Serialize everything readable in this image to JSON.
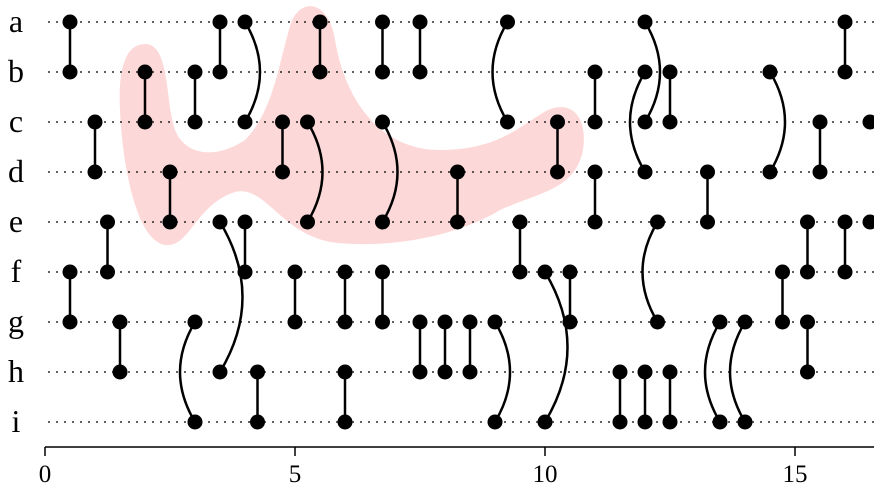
{
  "rows": [
    "a",
    "b",
    "c",
    "d",
    "e",
    "f",
    "g",
    "h",
    "i"
  ],
  "axis": {
    "ticks": [
      0,
      5,
      10,
      15
    ],
    "range": [
      0,
      16.6
    ]
  },
  "colors": {
    "blob": "#fdd8d8",
    "ink": "#000000"
  },
  "links": [
    {
      "from": "a",
      "to": "b",
      "x": 0.5
    },
    {
      "from": "f",
      "to": "g",
      "x": 0.5
    },
    {
      "from": "c",
      "to": "d",
      "x": 1.0
    },
    {
      "from": "e",
      "to": "f",
      "x": 1.25
    },
    {
      "from": "g",
      "to": "h",
      "x": 1.5
    },
    {
      "from": "b",
      "to": "c",
      "x": 2.0
    },
    {
      "from": "d",
      "to": "e",
      "x": 2.5
    },
    {
      "from": "b",
      "to": "c",
      "x": 3.0
    },
    {
      "from": "g",
      "to": "i",
      "x": 3.0,
      "bend": -1
    },
    {
      "from": "a",
      "to": "b",
      "x": 3.5
    },
    {
      "from": "e",
      "to": "h",
      "x": 3.5,
      "bend": 1
    },
    {
      "from": "a",
      "to": "c",
      "x": 4.0,
      "bend": 1
    },
    {
      "from": "e",
      "to": "f",
      "x": 4.0
    },
    {
      "from": "h",
      "to": "i",
      "x": 4.25
    },
    {
      "from": "c",
      "to": "d",
      "x": 4.75
    },
    {
      "from": "f",
      "to": "g",
      "x": 5.0
    },
    {
      "from": "c",
      "to": "e",
      "x": 5.25,
      "bend": 1
    },
    {
      "from": "a",
      "to": "b",
      "x": 5.5
    },
    {
      "from": "f",
      "to": "g",
      "x": 6.0
    },
    {
      "from": "h",
      "to": "i",
      "x": 6.0
    },
    {
      "from": "a",
      "to": "b",
      "x": 6.75
    },
    {
      "from": "c",
      "to": "e",
      "x": 6.75,
      "bend": 1
    },
    {
      "from": "f",
      "to": "g",
      "x": 6.75
    },
    {
      "from": "a",
      "to": "b",
      "x": 7.5
    },
    {
      "from": "g",
      "to": "h",
      "x": 7.5
    },
    {
      "from": "g",
      "to": "h",
      "x": 8.0
    },
    {
      "from": "g",
      "to": "h",
      "x": 8.5
    },
    {
      "from": "d",
      "to": "e",
      "x": 8.25
    },
    {
      "from": "g",
      "to": "i",
      "x": 9.0,
      "bend": 1
    },
    {
      "from": "a",
      "to": "c",
      "x": 9.25,
      "bend": -1
    },
    {
      "from": "e",
      "to": "f",
      "x": 9.5
    },
    {
      "from": "f",
      "to": "i",
      "x": 10.0,
      "bend": 1
    },
    {
      "from": "c",
      "to": "d",
      "x": 10.25
    },
    {
      "from": "f",
      "to": "g",
      "x": 10.5
    },
    {
      "from": "b",
      "to": "c",
      "x": 11.0
    },
    {
      "from": "d",
      "to": "e",
      "x": 11.0
    },
    {
      "from": "h",
      "to": "i",
      "x": 11.5
    },
    {
      "from": "a",
      "to": "c",
      "x": 12.0,
      "bend": 1
    },
    {
      "from": "b",
      "to": "d",
      "x": 12.0,
      "bend": -1
    },
    {
      "from": "h",
      "to": "i",
      "x": 12.0
    },
    {
      "from": "e",
      "to": "g",
      "x": 12.25,
      "bend": -1
    },
    {
      "from": "h",
      "to": "i",
      "x": 12.5
    },
    {
      "from": "b",
      "to": "c",
      "x": 12.5
    },
    {
      "from": "d",
      "to": "e",
      "x": 13.25
    },
    {
      "from": "g",
      "to": "i",
      "x": 13.5,
      "bend": -1
    },
    {
      "from": "g",
      "to": "i",
      "x": 14.0,
      "bend": -1
    },
    {
      "from": "b",
      "to": "d",
      "x": 14.5,
      "bend": 1
    },
    {
      "from": "f",
      "to": "g",
      "x": 14.75
    },
    {
      "from": "e",
      "to": "f",
      "x": 15.25
    },
    {
      "from": "g",
      "to": "h",
      "x": 15.25
    },
    {
      "from": "c",
      "to": "d",
      "x": 15.5
    },
    {
      "from": "a",
      "to": "b",
      "x": 16.0
    },
    {
      "from": "e",
      "to": "f",
      "x": 16.0
    },
    {
      "from": "c",
      "to": "c",
      "x": 16.5
    },
    {
      "from": "e",
      "to": "e",
      "x": 16.5
    }
  ]
}
